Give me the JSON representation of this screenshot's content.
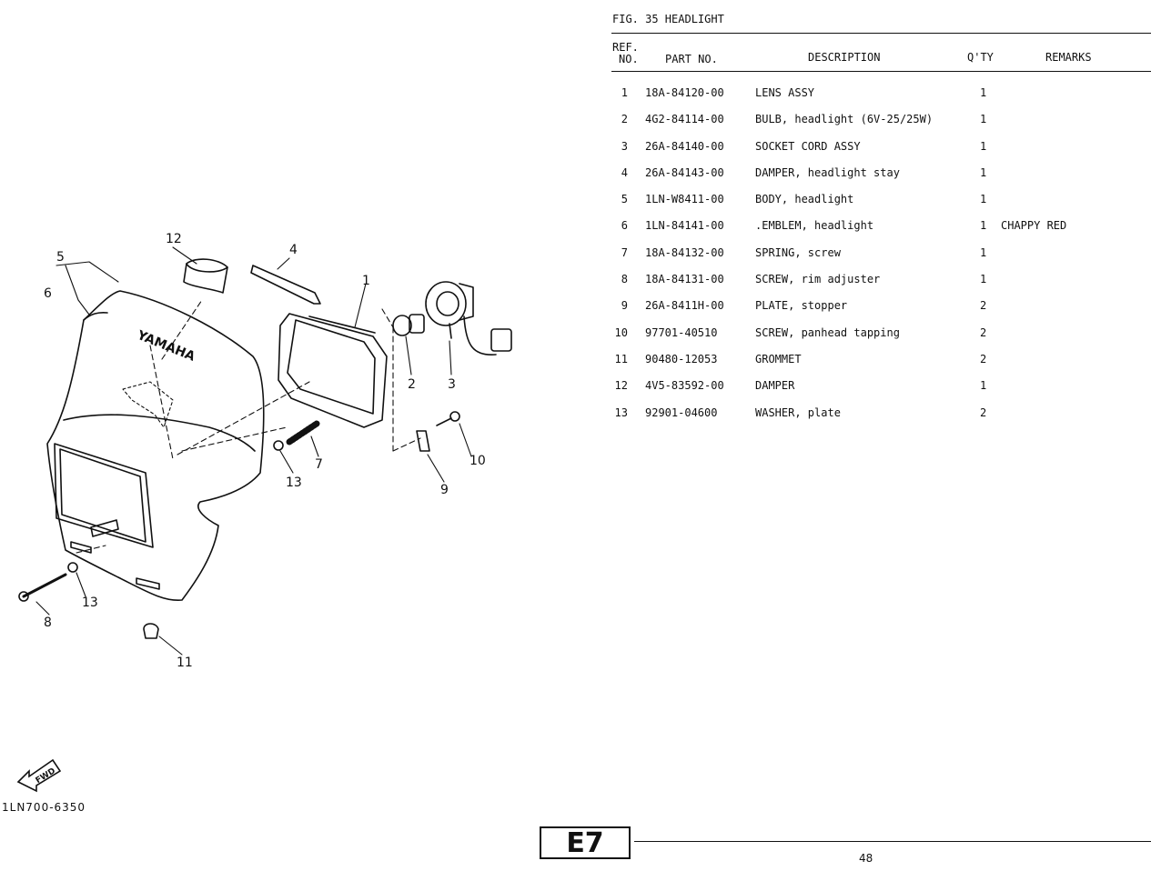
{
  "figure": {
    "title": "FIG. 35  HEADLIGHT",
    "code": "1LN700-6350",
    "fwd_label": "FWD",
    "brand_text": "YAMAHA",
    "callouts": [
      "1",
      "2",
      "3",
      "4",
      "5",
      "6",
      "7",
      "8",
      "9",
      "10",
      "11",
      "12",
      "13",
      "13"
    ]
  },
  "table": {
    "headers": {
      "ref_line1": "REF.",
      "ref_line2": "NO.",
      "part_no": "PART NO.",
      "description": "DESCRIPTION",
      "qty": "Q'TY",
      "remarks": "REMARKS"
    },
    "rows": [
      {
        "ref": "1",
        "part_no": "18A-84120-00",
        "description": "LENS ASSY",
        "qty": "1",
        "remarks": ""
      },
      {
        "ref": "2",
        "part_no": "4G2-84114-00",
        "description": "BULB, headlight (6V-25/25W)",
        "qty": "1",
        "remarks": ""
      },
      {
        "ref": "3",
        "part_no": "26A-84140-00",
        "description": "SOCKET CORD ASSY",
        "qty": "1",
        "remarks": ""
      },
      {
        "ref": "4",
        "part_no": "26A-84143-00",
        "description": "DAMPER, headlight stay",
        "qty": "1",
        "remarks": ""
      },
      {
        "ref": "5",
        "part_no": "1LN-W8411-00",
        "description": "BODY, headlight",
        "qty": "1",
        "remarks": ""
      },
      {
        "ref": "6",
        "part_no": "1LN-84141-00",
        "description": ".EMBLEM, headlight",
        "qty": "1",
        "remarks": "CHAPPY RED"
      },
      {
        "ref": "7",
        "part_no": "18A-84132-00",
        "description": "SPRING, screw",
        "qty": "1",
        "remarks": ""
      },
      {
        "ref": "8",
        "part_no": "18A-84131-00",
        "description": "SCREW, rim adjuster",
        "qty": "1",
        "remarks": ""
      },
      {
        "ref": "9",
        "part_no": "26A-8411H-00",
        "description": "PLATE, stopper",
        "qty": "2",
        "remarks": ""
      },
      {
        "ref": "10",
        "part_no": "97701-40510",
        "description": "SCREW, panhead tapping",
        "qty": "2",
        "remarks": ""
      },
      {
        "ref": "11",
        "part_no": "90480-12053",
        "description": "GROMMET",
        "qty": "2",
        "remarks": ""
      },
      {
        "ref": "12",
        "part_no": "4V5-83592-00",
        "description": "DAMPER",
        "qty": "1",
        "remarks": ""
      },
      {
        "ref": "13",
        "part_no": "92901-04600",
        "description": "WASHER, plate",
        "qty": "2",
        "remarks": ""
      }
    ]
  },
  "footer": {
    "section": "E7",
    "page_number": "48"
  }
}
